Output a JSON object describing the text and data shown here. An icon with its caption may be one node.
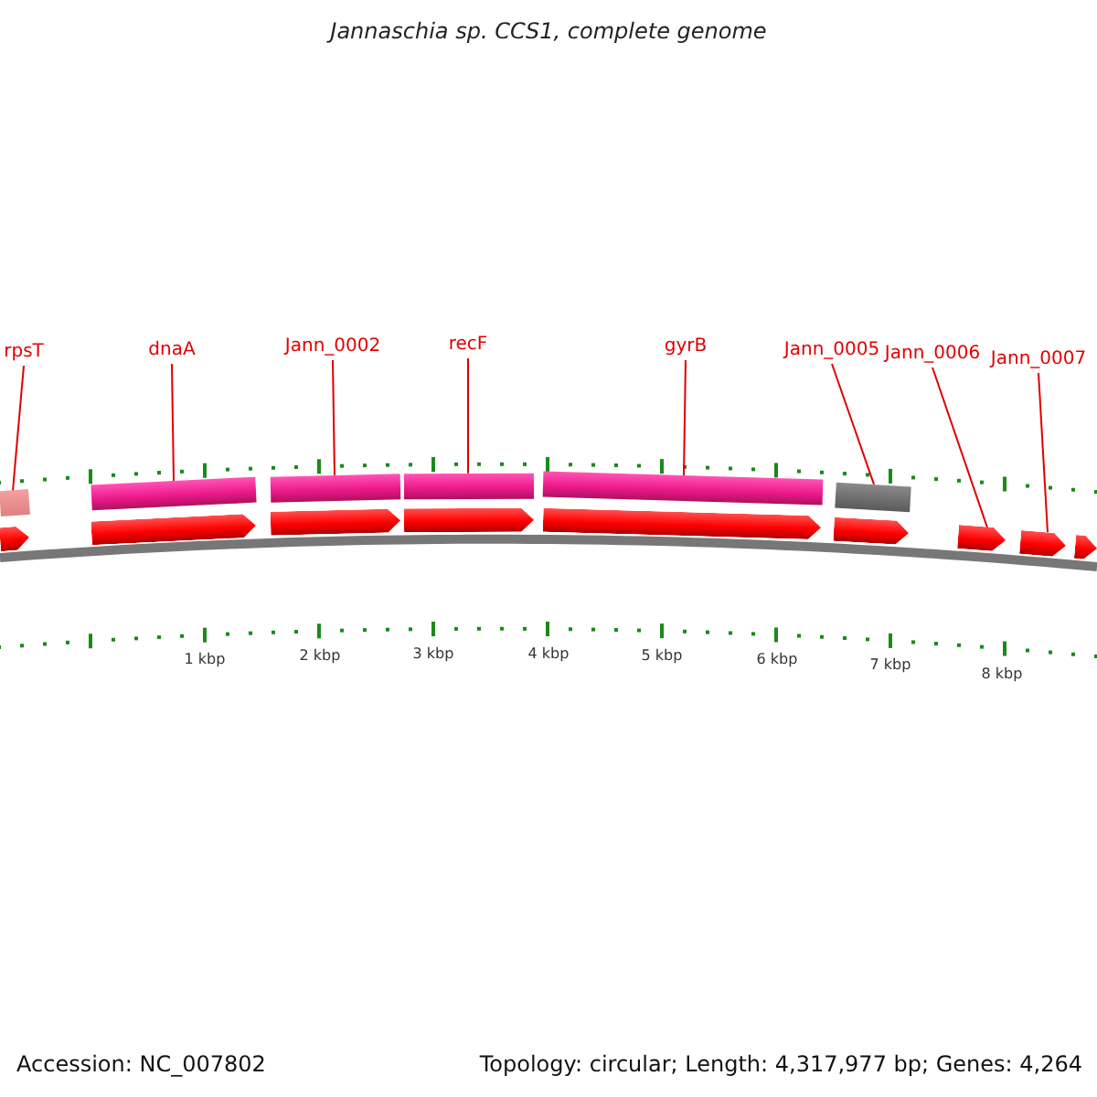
{
  "diagram": {
    "title": "Jannaschia sp. CCS1, complete genome",
    "nodes": [
      {
        "text": [
          "rpsT"
        ]
      },
      {
        "text": [
          "dnaA"
        ]
      },
      {
        "text": [
          "Jann_0002"
        ]
      },
      {
        "text": [
          "recF"
        ]
      },
      {
        "text": [
          "gyrB"
        ]
      },
      {
        "text": [
          "Jann_0005"
        ]
      },
      {
        "text": [
          "Jann_0006"
        ]
      },
      {
        "text": [
          "Jann_0007"
        ]
      },
      {
        "text": [],
        "shape": "bar"
      },
      {
        "text": [],
        "shape": "bar"
      },
      {
        "text": [],
        "shape": "bar"
      },
      {
        "text": [],
        "shape": "bar"
      },
      {
        "text": [],
        "shape": "bar"
      },
      {
        "text": [],
        "shape": "bar"
      },
      {
        "text": [],
        "shape": "arrow"
      },
      {
        "text": [],
        "shape": "arrow"
      },
      {
        "text": [],
        "shape": "arrow"
      },
      {
        "text": [],
        "shape": "arrow"
      },
      {
        "text": [],
        "shape": "arrow"
      },
      {
        "text": [],
        "shape": "arrow"
      },
      {
        "text": [],
        "shape": "arrow"
      },
      {
        "text": [],
        "shape": "arrow"
      },
      {
        "text": [],
        "shape": "arrow"
      }
    ],
    "edges": [
      {
        "from": 0,
        "to": 8,
        "arrow": "none"
      },
      {
        "from": 1,
        "to": 9,
        "arrow": "none"
      },
      {
        "from": 2,
        "to": 10,
        "arrow": "none"
      },
      {
        "from": 3,
        "to": 11,
        "arrow": "none"
      },
      {
        "from": 4,
        "to": 12,
        "arrow": "none"
      },
      {
        "from": 5,
        "to": 13,
        "arrow": "none"
      },
      {
        "from": 6,
        "to": 20,
        "arrow": "none"
      },
      {
        "from": 7,
        "to": 21,
        "arrow": "none"
      }
    ],
    "labels": [
      "1 kbp",
      "2 kbp",
      "3 kbp",
      "4 kbp",
      "5 kbp",
      "6 kbp",
      "7 kbp",
      "8 kbp",
      "Accession: NC_007802",
      "Topology: circular; Length: 4,317,977 bp; Genes: 4,264"
    ]
  }
}
